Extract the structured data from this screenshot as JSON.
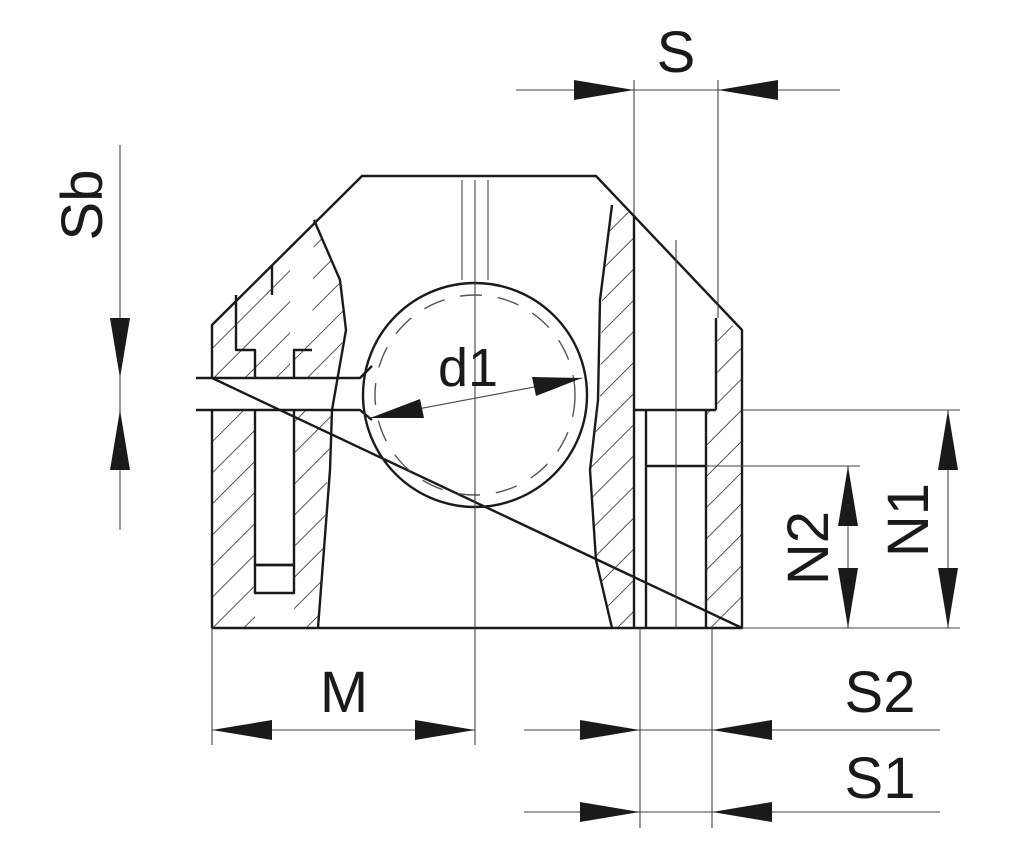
{
  "labels": {
    "s": "S",
    "sb": "Sb",
    "d1": "d1",
    "n1": "N1",
    "n2": "N2",
    "m": "M",
    "s1": "S1",
    "s2": "S2"
  },
  "colors": {
    "line": "#1a1a1a",
    "thin": "#444444",
    "background": "#ffffff"
  }
}
